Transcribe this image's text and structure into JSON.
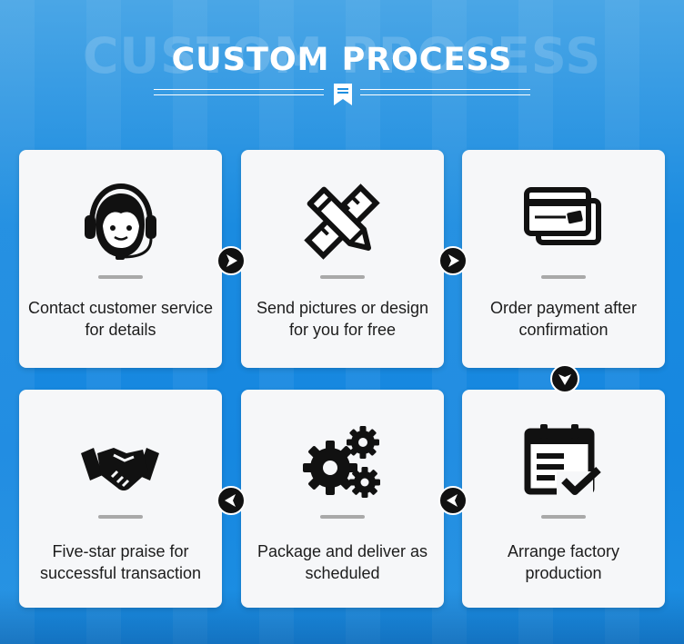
{
  "header": {
    "title": "CUSTOM PROCESS",
    "ghost_title": "CUSTOM PROCESS"
  },
  "steps": [
    {
      "label": "Contact customer service for details",
      "icon": "headset-support-icon"
    },
    {
      "label": "Send pictures or design for you for free",
      "icon": "pencil-ruler-icon"
    },
    {
      "label": "Order payment after confirmation",
      "icon": "payment-cards-icon"
    },
    {
      "label": "Arrange factory production",
      "icon": "calendar-schedule-icon"
    },
    {
      "label": "Package and deliver as scheduled",
      "icon": "gears-icon"
    },
    {
      "label": "Five-star praise for successful transaction",
      "icon": "handshake-icon"
    }
  ],
  "colors": {
    "background": "#1e8fe0",
    "card": "#f6f7f9",
    "arrow": "#111111",
    "text": "#1c1c1c"
  }
}
